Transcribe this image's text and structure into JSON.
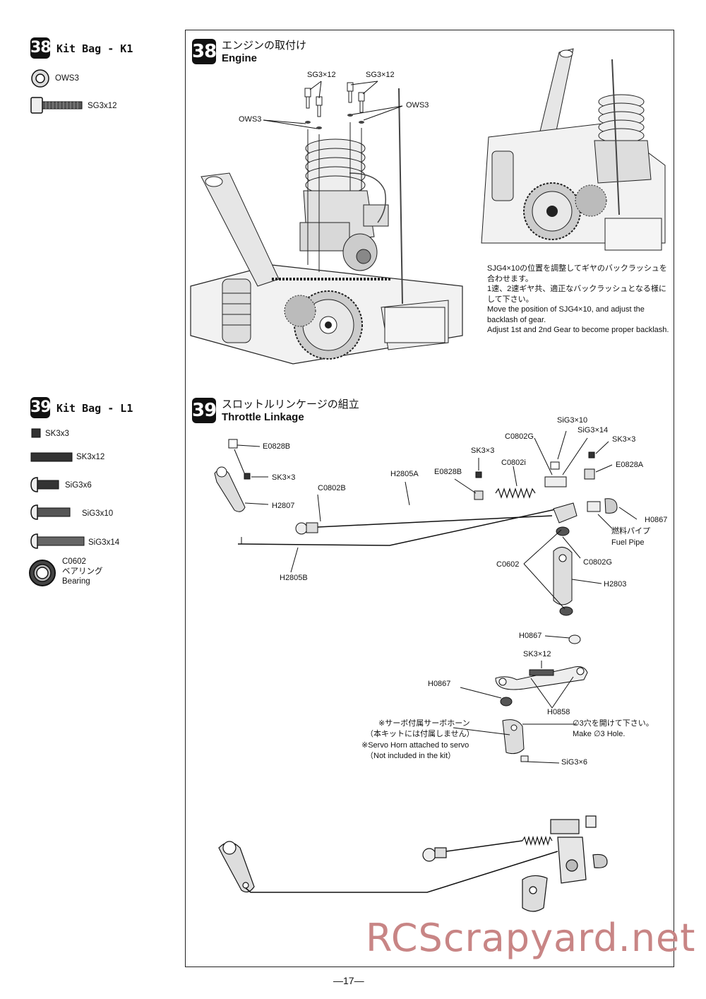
{
  "left_column": {
    "bag38": {
      "step": "38",
      "title": "Kit Bag - K1",
      "parts": [
        {
          "label": "OWS3",
          "icon": "washer-icon"
        },
        {
          "label": "SG3x12",
          "icon": "cap-screw-icon"
        }
      ]
    },
    "bag39": {
      "step": "39",
      "title": "Kit Bag - L1",
      "parts": [
        {
          "label": "SK3x3",
          "icon": "set-screw-icon"
        },
        {
          "label": "SK3x12",
          "icon": "set-screw-long-icon"
        },
        {
          "label": "SiG3x6",
          "icon": "button-screw-icon"
        },
        {
          "label": "SiG3x10",
          "icon": "button-screw-icon"
        },
        {
          "label": "SiG3x14",
          "icon": "button-screw-icon"
        },
        {
          "label": "C0602\nベアリング\nBearing",
          "icon": "bearing-icon"
        }
      ]
    }
  },
  "step38": {
    "num": "38",
    "title_jp": "エンジンの取付け",
    "title_en": "Engine",
    "labels": {
      "sg3x12_a": "SG3×12",
      "sg3x12_b": "SG3×12",
      "ows3_left": "OWS3",
      "ows3_right": "OWS3"
    },
    "note": "SJG4×10の位置を調整してギヤのバックラッシュを合わせます。\n1速、2速ギヤ共、適正なバックラッシュとなる様にして下さい。\nMove the position of SJG4×10, and adjust the backlash of gear.\nAdjust 1st and 2nd Gear to become proper backlash."
  },
  "step39": {
    "num": "39",
    "title_jp": "スロットルリンケージの組立",
    "title_en": "Throttle Linkage",
    "labels": {
      "e0828b_top": "E0828B",
      "sk3x3_left": "SK3×3",
      "h2807": "H2807",
      "c0802b": "C0802B",
      "h2805a": "H2805A",
      "e0828b_mid": "E0828B",
      "sk3x3_mid": "SK3×3",
      "c0802i": "C0802i",
      "c0802g_top": "C0802G",
      "sig3x10": "SiG3×10",
      "sig3x14": "SiG3×14",
      "sk3x3_right": "SK3×3",
      "e0828a": "E0828A",
      "h0867_right": "H0867",
      "fuel_pipe_jp": "燃料パイプ",
      "fuel_pipe_en": "Fuel Pipe",
      "h2805b": "H2805B",
      "c0602": "C0602",
      "c0802g_mid": "C0802G",
      "h2803": "H2803",
      "h0867_mid": "H0867",
      "sk3x12": "SK3×12",
      "h0867_low": "H0867",
      "h0858": "H0858",
      "servo_jp_1": "※サーボ付属サーボホーン",
      "servo_jp_2": "（本キットには付属しません）",
      "servo_en_1": "※Servo Horn attached to servo",
      "servo_en_2": "（Not included in the kit）",
      "hole_jp": "∅3穴を開けて下さい。",
      "hole_en": "Make  ∅3 Hole.",
      "sig3x6": "SiG3×6"
    }
  },
  "footer": {
    "page_number": "—17—",
    "watermark": "RCScrapyard.net"
  }
}
